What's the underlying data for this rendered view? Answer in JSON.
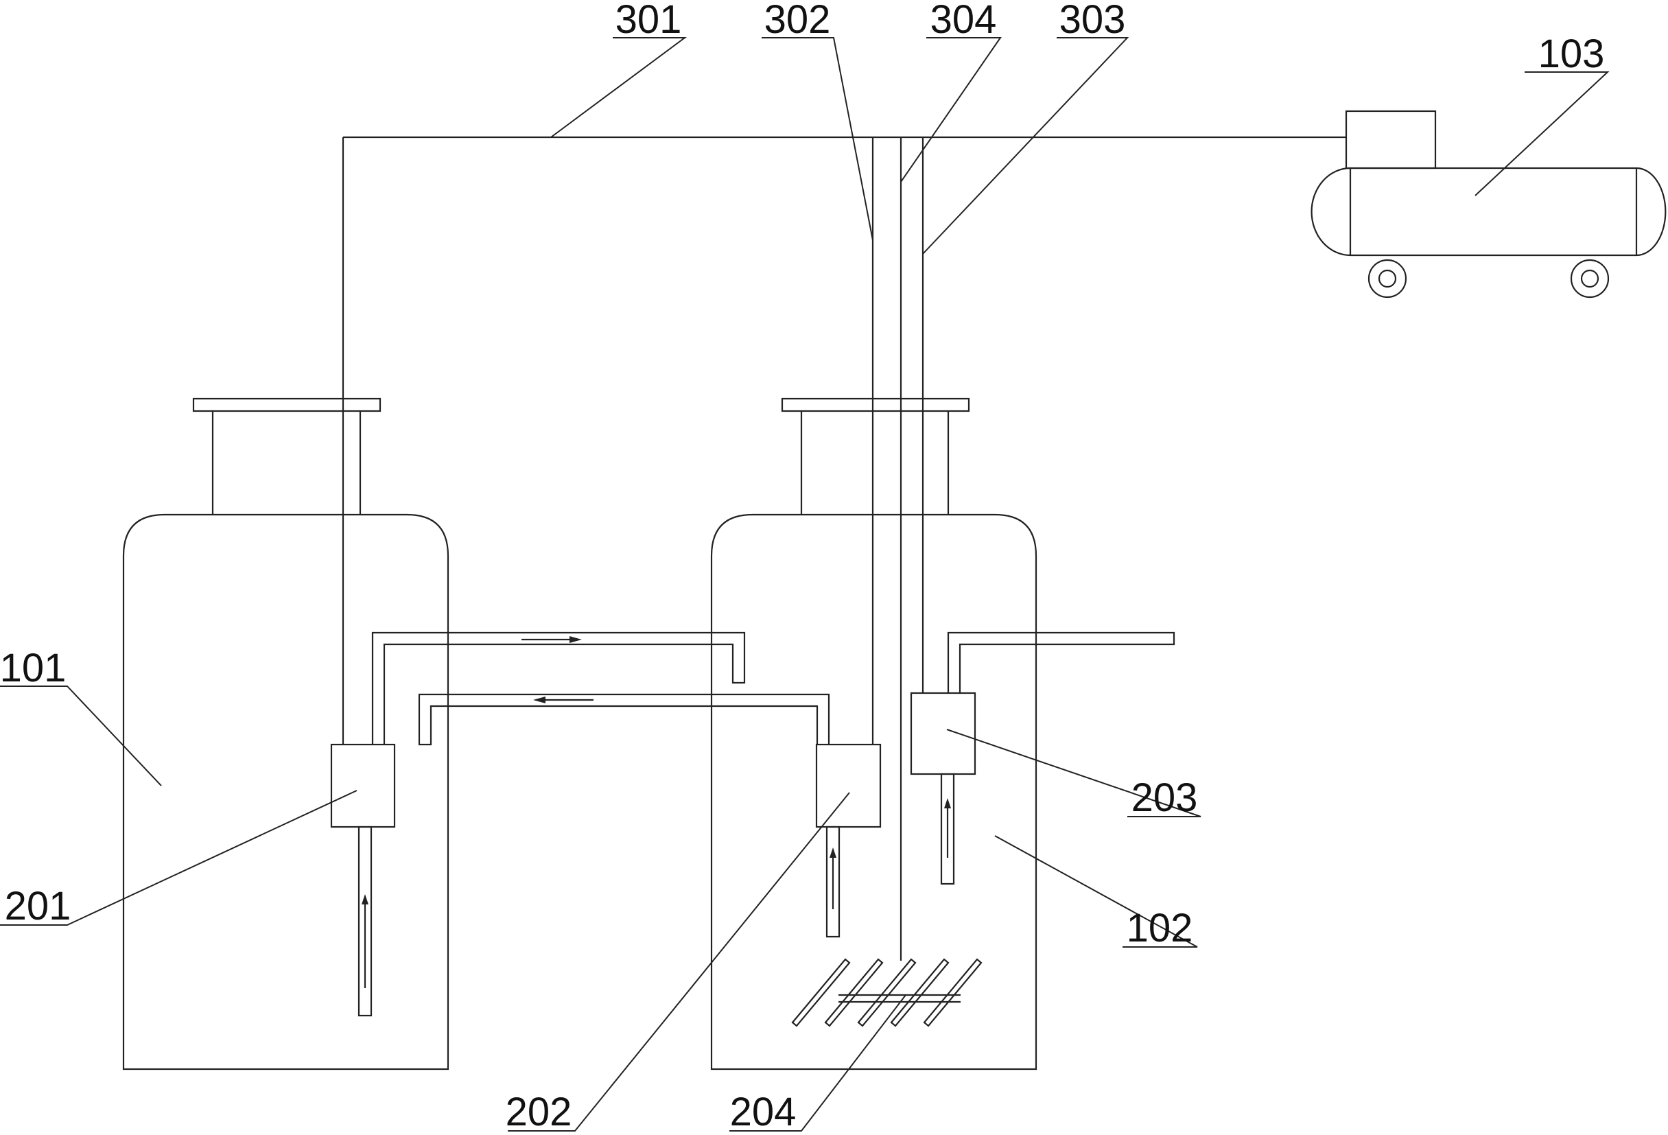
{
  "labels": {
    "l101": "101",
    "l102": "102",
    "l103": "103",
    "l201": "201",
    "l202": "202",
    "l203": "203",
    "l204": "204",
    "l301": "301",
    "l302": "302",
    "l303": "303",
    "l304": "304"
  }
}
